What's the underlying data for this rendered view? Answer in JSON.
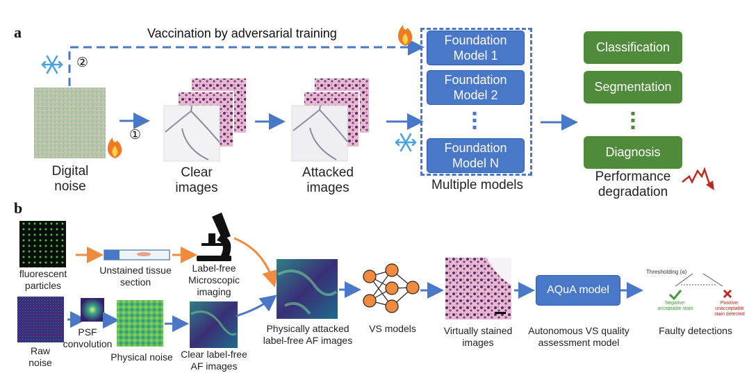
{
  "panel_a": {
    "letter": "a",
    "vaccination": "Vaccination by adversarial training",
    "step2": "②",
    "step1": "①",
    "digital_noise": [
      "Digital",
      "noise"
    ],
    "clear_images": [
      "Clear",
      "images"
    ],
    "attacked_images": [
      "Attacked",
      "images"
    ],
    "models": [
      [
        "Foundation",
        "Model 1"
      ],
      [
        "Foundation",
        "Model 2"
      ],
      [
        "Foundation",
        "Model N"
      ]
    ],
    "multiple_models": "Multiple models",
    "tasks": [
      "Classification",
      "Segmentation",
      "Diagnosis"
    ],
    "performance": [
      "Performance",
      "degradation"
    ]
  },
  "panel_b": {
    "letter": "b",
    "fluorescent": [
      "fluorescent",
      "particles"
    ],
    "unstained": [
      "Unstained tissue",
      "section"
    ],
    "label_free": [
      "Label-free",
      "Microscopic",
      "imaging"
    ],
    "raw_noise": [
      "Raw",
      "noise"
    ],
    "psf": [
      "PSF",
      "convolution"
    ],
    "physical_noise": "Physical noise",
    "clear_af": [
      "Clear label-free",
      "AF images"
    ],
    "attacked_af": [
      "Physically attacked",
      "label-free AF images"
    ],
    "vs_models": "VS models",
    "virtually_stained": [
      "Virtually stained",
      "images"
    ],
    "aqua": "AQuA model",
    "aqua_desc": [
      "Autonomous VS quality",
      "assessment model"
    ],
    "thresholding": "Thresholding (a)",
    "negative": [
      "Negative:",
      "acceptable stain"
    ],
    "positive": [
      "Positive:",
      "unacceptable",
      "stain detected"
    ],
    "faulty": "Faulty detections"
  },
  "colors": {
    "blue": "#4a78c9",
    "green": "#4f8b3b",
    "orange": "#f08a3c",
    "red": "#c0281f"
  },
  "icons": [
    "snowflake-icon",
    "flame-icon",
    "microscope-icon",
    "check-icon",
    "cross-icon",
    "decline-arrow-icon"
  ]
}
